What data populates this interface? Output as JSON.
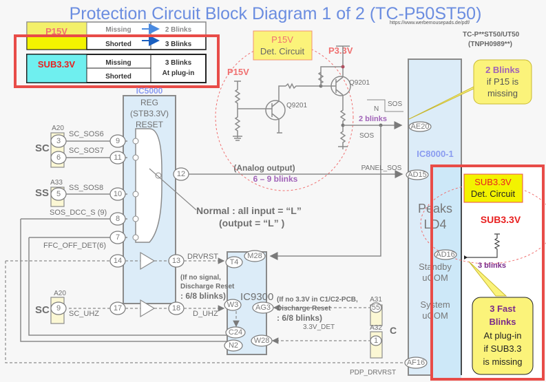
{
  "title": "Protection Circuit Block Diagram 1 of 2 (TC-P50ST50)",
  "source_url": "https://www.werbemousepads.de/pdf/",
  "model": {
    "line1": "TC-P**ST50/UT50",
    "line2": "(TNPH0989**)"
  },
  "legend_table": {
    "p15v": {
      "label": "P15V",
      "rows": [
        {
          "condition": "Missing",
          "result": "2 Blinks"
        },
        {
          "condition": "Shorted",
          "result": "3 Blinks"
        }
      ]
    },
    "sub33v": {
      "label": "SUB3.3V",
      "rows": [
        {
          "condition": "Missing"
        },
        {
          "condition": "Shorted"
        }
      ],
      "result_line1": "3 Blinks",
      "result_line2": "At plug-in"
    }
  },
  "p15v_det": {
    "box_line1": "P15V",
    "box_line2": "Det. Circuit",
    "p15v_label": "P15V",
    "p33v_label": "P3.3V",
    "q1": "Q9201",
    "q2": "Q9201"
  },
  "ic5000": {
    "name": "IC5000",
    "line1": "REG",
    "line2": "(STB3.3V)",
    "line3": "RESET"
  },
  "ic8000": {
    "name": "IC8000-1",
    "peaks1": "Peaks",
    "peaks2": "LD4",
    "standby1": "Standby",
    "standby2": "uCOM",
    "system1": "System",
    "system2": "uCOM"
  },
  "ic9300": {
    "name": "IC9300"
  },
  "connectors": {
    "sc_top": {
      "name": "SC",
      "ref": "A20",
      "pins": [
        "3",
        "6"
      ]
    },
    "ss": {
      "name": "SS",
      "ref": "A33",
      "pins": [
        "5"
      ]
    },
    "sc_bottom": {
      "name": "SC",
      "ref": "A20",
      "pins": [
        "9"
      ]
    },
    "c": {
      "name": "C",
      "ref1": "A31",
      "pin1": "55",
      "ref2": "A32",
      "pin2": "1"
    }
  },
  "signals": {
    "sc_sos6": "SC_SOS6",
    "sc_sos7": "SC_SOS7",
    "ss_sos8": "SS_SOS8",
    "sos_dcc_s": "SOS_DCC_S (9)",
    "ffc_off_det": "FFC_OFF_DET(6)",
    "sc_uhz": "SC_UHZ",
    "d_uhz": "D_UHZ",
    "drvrst": "DRVRST",
    "sos": "SOS",
    "sos_n": "N",
    "sos_bar": "SOS",
    "panel_sos": "PANEL_SOS",
    "v33_det": "3.3V_DET",
    "pdp_drvrst": "PDP_DRVRST"
  },
  "ic5000_pins": [
    "9",
    "11",
    "10",
    "8",
    "7",
    "14",
    "17",
    "12",
    "13",
    "18"
  ],
  "ic8000_pins": [
    "AE20",
    "AD15",
    "AD16",
    "AF16"
  ],
  "ic9300_pins": [
    "T4",
    "M28",
    "W3",
    "AG3",
    "C24",
    "W28",
    "N2"
  ],
  "annotations": {
    "blinks_2": "2 blinks",
    "analog_output": "(Analog output)",
    "blinks_6_9": "6 – 9 blinks",
    "normal_line1": "Normal : all input = “L”",
    "normal_line2": "(output = “L” )",
    "no_signal_1": "(If no signal,",
    "no_signal_2": "Discharge Reset",
    "no_signal_3": ": 6/8 blinks)",
    "no33_1": "(If no 3.3V  in C1/C2-PCB,",
    "no33_2": "Discharge Reset",
    "no33_3": ": 6/8 blinks)",
    "blinks_3": "3 blinks"
  },
  "callout_p15": {
    "line1": "2 Blinks",
    "line2": "if P15 is",
    "line3": "missing"
  },
  "sub33_det": {
    "box_line1": "SUB3.3V",
    "box_line2": "Det. Circuit",
    "label": "SUB3.3V"
  },
  "callout_sub33": {
    "line1": "3 Fast",
    "line2": "Blinks",
    "line3": "At plug-in",
    "line4": "if SUB3.3",
    "line5": "is missing"
  },
  "colors": {
    "title": "#6b8de0",
    "highlight_red": "#e84c48",
    "ic_blue": "#dcecf8",
    "callout_yellow": "#fbf37a",
    "purple": "#a062b8",
    "pink": "#f07070"
  }
}
